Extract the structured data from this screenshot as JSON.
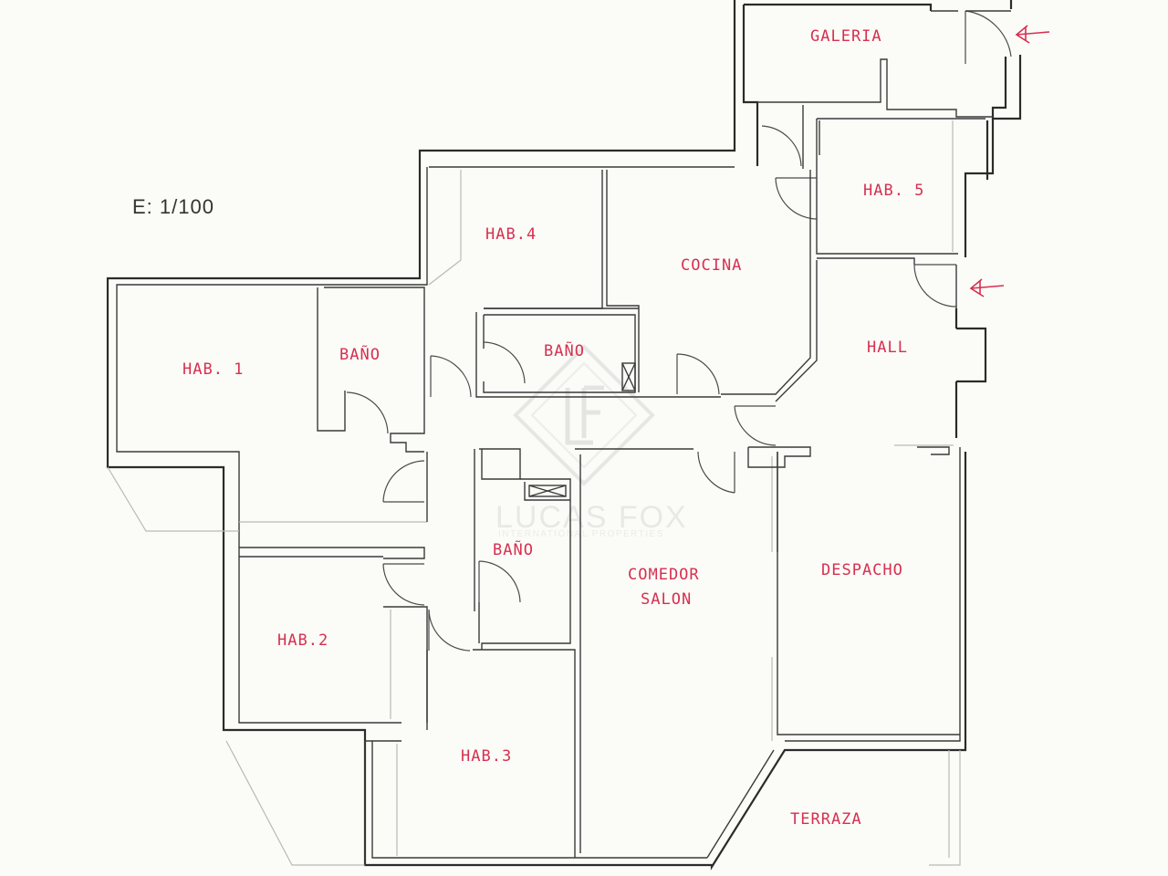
{
  "plan": {
    "scale": "E: 1/100",
    "colors": {
      "label": "#d63050",
      "wall": "#2b2b2b",
      "paper": "#fbfbf7"
    },
    "rooms": {
      "galeria": "GALERIA",
      "hab5": "HAB. 5",
      "hab4": "HAB.4",
      "cocina": "COCINA",
      "hall": "HALL",
      "hab1": "HAB. 1",
      "bano1": "BAÑO",
      "bano2": "BAÑO",
      "bano3": "BAÑO",
      "comedor_line1": "COMEDOR",
      "comedor_line2": "SALON",
      "despacho": "DESPACHO",
      "hab2": "HAB.2",
      "hab3": "HAB.3",
      "terraza": "TERRAZA"
    },
    "entrance_markers": [
      "entrance-arrow-galeria",
      "entrance-arrow-hall"
    ]
  }
}
